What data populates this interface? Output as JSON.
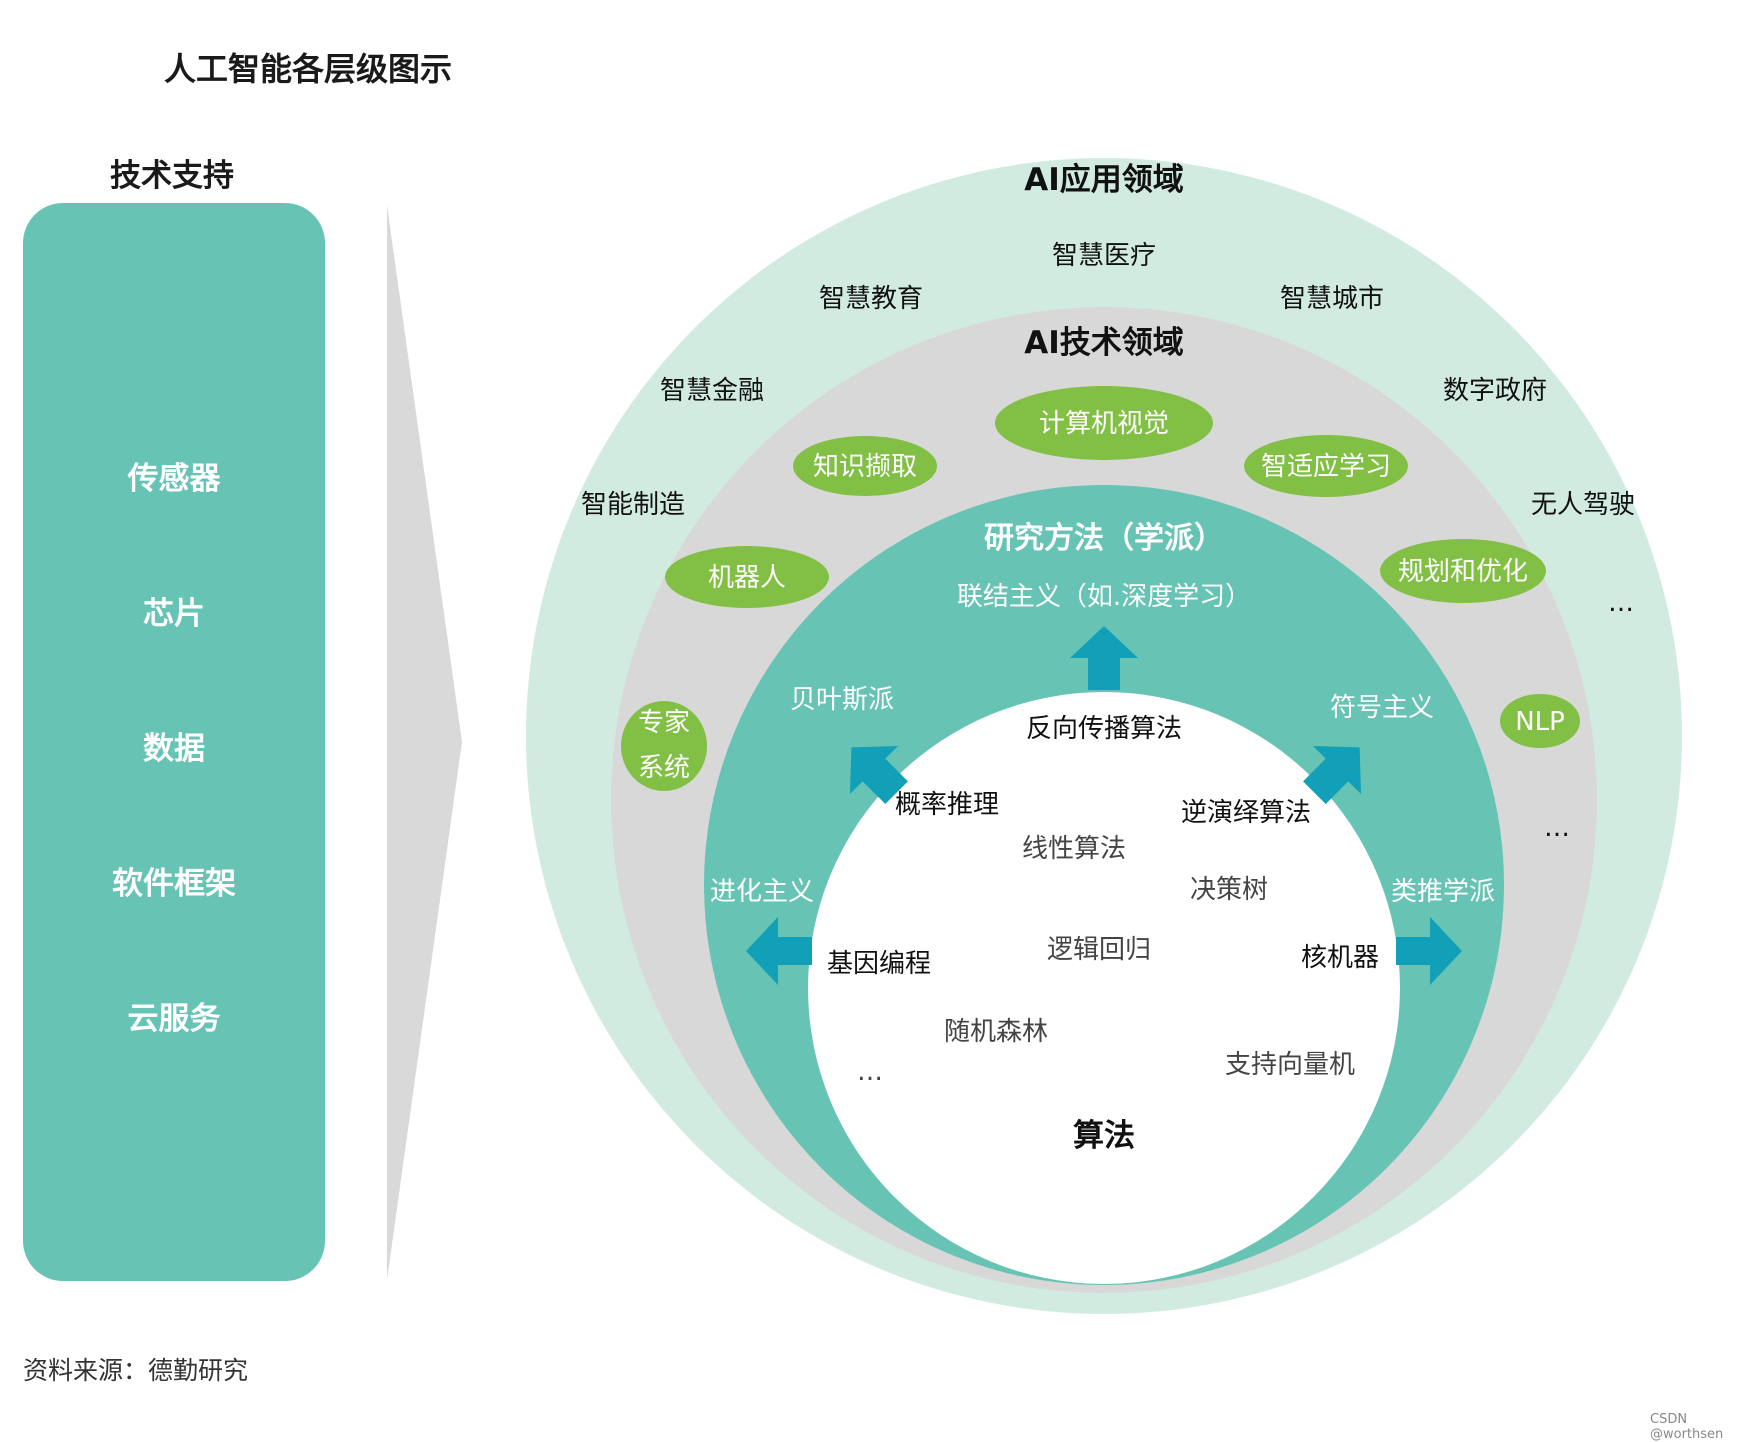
{
  "title": "人工智能各层级图示",
  "tech_support": {
    "title": "技术支持",
    "items": [
      "传感器",
      "芯片",
      "数据",
      "软件框架",
      "云服务"
    ]
  },
  "app_domain": {
    "title": "AI应用领域",
    "items": [
      "智慧医疗",
      "智慧教育",
      "智慧城市",
      "智慧金融",
      "数字政府",
      "智能制造",
      "无人驾驶",
      "…"
    ]
  },
  "tech_domain": {
    "title": "AI技术领域",
    "items": [
      "计算机视觉",
      "知识撷取",
      "智适应学习",
      "机器人",
      "规划和优化",
      "专家",
      "系统",
      "NLP",
      "…"
    ]
  },
  "research": {
    "title": "研究方法（学派）",
    "items": [
      "联结主义（如.深度学习）",
      "贝叶斯派",
      "符号主义",
      "进化主义",
      "类推学派"
    ]
  },
  "algorithms": {
    "title": "算法",
    "items": [
      "反向传播算法",
      "概率推理",
      "逆演绎算法",
      "线性算法",
      "决策树",
      "基因编程",
      "逻辑回归",
      "核机器",
      "随机森林",
      "支持向量机",
      "…"
    ]
  },
  "source": "资料来源：德勤研究",
  "watermark": "CSDN @worthsen",
  "colors": {
    "outer_ring": "#d2ebe1",
    "middle_ring": "#d8d8d8",
    "inner_ring": "#67c4b4",
    "tech_panel": "#67c4b4",
    "ellipse_green": "#82bf45",
    "arrow_teal": "#11a0b8",
    "center": "#ffffff"
  }
}
